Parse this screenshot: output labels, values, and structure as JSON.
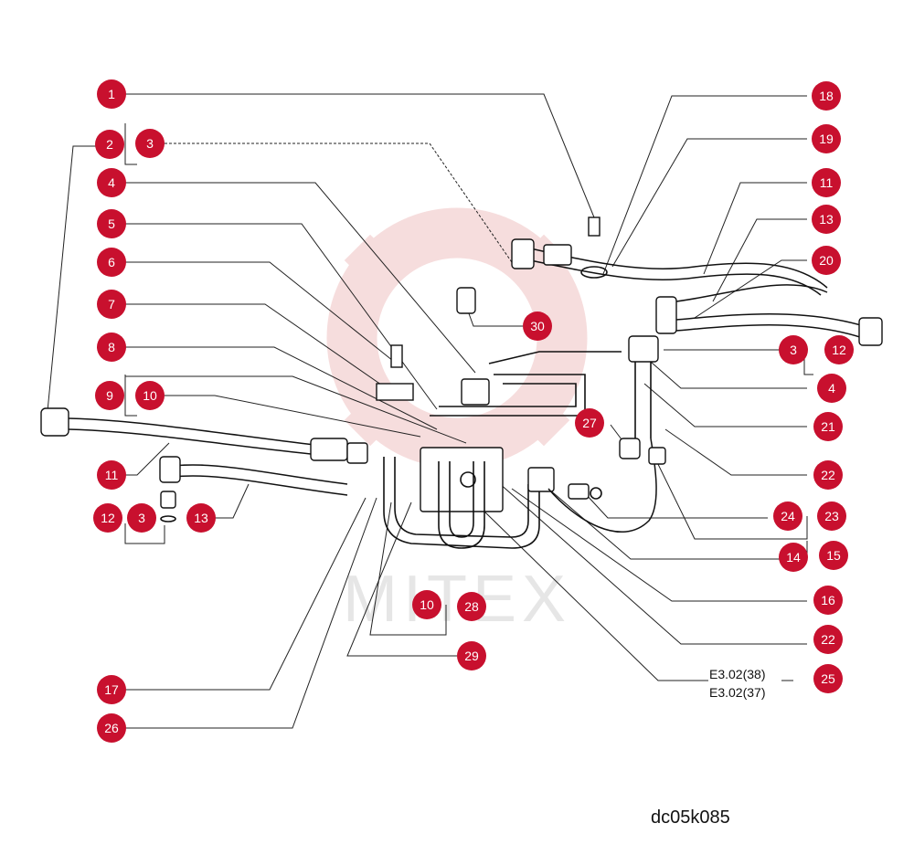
{
  "colors": {
    "callout_fill": "#c8102e",
    "callout_text": "#ffffff",
    "line": "#222222",
    "watermark": "#e8b4b4"
  },
  "watermark_text": "MITEX",
  "callouts": {
    "c1": "1",
    "c2": "2",
    "c3a": "3",
    "c4a": "4",
    "c5": "5",
    "c6": "6",
    "c7": "7",
    "c8": "8",
    "c9": "9",
    "c10a": "10",
    "c11a": "11",
    "c12a": "12",
    "c3b": "3",
    "c13a": "13",
    "c17": "17",
    "c26": "26",
    "c30": "30",
    "c27": "27",
    "c10b": "10",
    "c28": "28",
    "c29": "29",
    "c18": "18",
    "c19": "19",
    "c11b": "11",
    "c13b": "13",
    "c20": "20",
    "c3c": "3",
    "c12b": "12",
    "c4b": "4",
    "c21": "21",
    "c22a": "22",
    "c24": "24",
    "c23": "23",
    "c14": "14",
    "c15": "15",
    "c16": "16",
    "c22b": "22",
    "c25": "25"
  },
  "references": {
    "ref1": "E3.02(38)",
    "ref2": "E3.02(37)"
  },
  "drawing_id": "dc05k085"
}
